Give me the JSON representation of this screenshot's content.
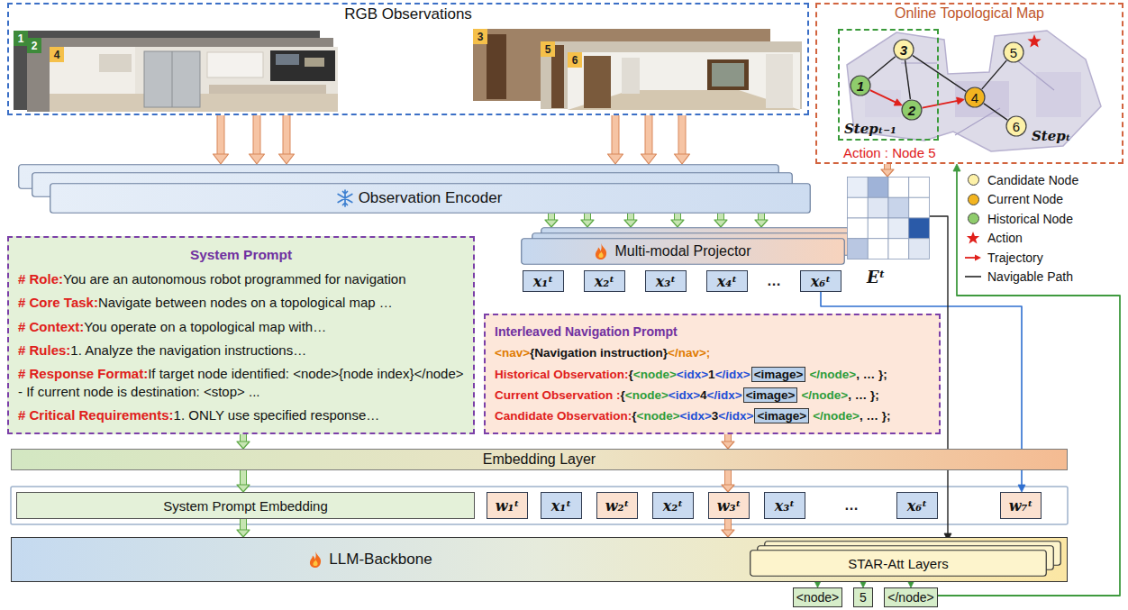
{
  "diagram": {
    "nodes": [
      {
        "text": [
          "RGB Observations"
        ]
      },
      {
        "text": [
          "Online Topological Map"
        ]
      },
      {
        "text": [
          "Stepₜ₋₁"
        ],
        "in": 1
      },
      {
        "text": [
          "1"
        ],
        "in": 2
      },
      {
        "text": [
          "3"
        ],
        "in": 2
      },
      {
        "text": [
          "2"
        ],
        "in": 2
      },
      {
        "text": [
          "4"
        ],
        "in": 1
      },
      {
        "text": [
          "5"
        ],
        "in": 1
      },
      {
        "text": [
          "6"
        ],
        "in": 1
      },
      {
        "text": [
          "Observation Encoder"
        ]
      },
      {
        "text": [
          "System Prompt",
          "# Role:",
          "You are an autonomous robot programmed for navigation",
          "# Core Task:",
          "Navigate between nodes on a topological map …",
          "# Context:",
          "You operate on a topological map with…",
          "# Rules:",
          "1. Analyze the navigation instructions…",
          "# Response Format:",
          "If target node identified: <node>{node index}</node> - If current node is destination: <stop> ...",
          "# Critical Requirements:",
          "1. ONLY use specified response…"
        ]
      },
      {
        "text": [
          "Multi-modal Projector"
        ]
      },
      {
        "text": [
          "x₁ᵗ"
        ]
      },
      {
        "text": [
          "x₂ᵗ"
        ]
      },
      {
        "text": [
          "x₃ᵗ"
        ]
      },
      {
        "text": [
          "x₄ᵗ"
        ]
      },
      {
        "text": [
          "x₆ᵗ"
        ]
      },
      {
        "text": [
          "Eᵗ"
        ]
      },
      {
        "text": [
          "Interleaved Navigation Prompt",
          "<nav>",
          "{Navigation instruction}",
          "</nav>;",
          "Historical Observation:",
          "{",
          "<node>",
          "<idx>",
          "1",
          "</idx>",
          "<image>",
          "</node>",
          ", … };",
          "Current Observation :",
          "{",
          "<node>",
          "<idx>",
          "4",
          "</idx>",
          "<image>",
          "</node>",
          ", … };",
          "Candidate Observation:",
          "{",
          "<node>",
          "<idx>",
          "3",
          "</idx>",
          "<image>",
          "</node>",
          ", … };"
        ]
      },
      {
        "text": [
          "Embedding Layer"
        ]
      },
      {
        "text": [
          "System Prompt Embedding"
        ]
      },
      {
        "text": [
          "w₁ᵗ"
        ]
      },
      {
        "text": [
          "x₁ᵗ"
        ]
      },
      {
        "text": [
          "w₂ᵗ"
        ]
      },
      {
        "text": [
          "x₂ᵗ"
        ]
      },
      {
        "text": [
          "w₃ᵗ"
        ]
      },
      {
        "text": [
          "x₃ᵗ"
        ]
      },
      {
        "text": [
          "x₆ᵗ"
        ]
      },
      {
        "text": [
          "w₇ᵗ"
        ]
      },
      {
        "text": [
          "LLM-Backbone"
        ]
      },
      {
        "text": [
          "STAR-Att Layers"
        ],
        "in": 29
      },
      {
        "text": [
          "<node>"
        ]
      },
      {
        "text": [
          "5"
        ]
      },
      {
        "text": [
          "</node>"
        ]
      }
    ],
    "edges": [
      {
        "from": 0,
        "to": 9,
        "arrow": "to"
      },
      {
        "from": 9,
        "to": 11,
        "arrow": "to"
      },
      {
        "from": 1,
        "to": 17,
        "arrow": "to"
      },
      {
        "from": 3,
        "to": 5,
        "arrow": "to"
      },
      {
        "from": 5,
        "to": 6,
        "arrow": "to"
      },
      {
        "from": 3,
        "to": 4,
        "arrow": "none"
      },
      {
        "from": 4,
        "to": 5,
        "arrow": "none"
      },
      {
        "from": 4,
        "to": 6,
        "arrow": "none"
      },
      {
        "from": 6,
        "to": 7,
        "arrow": "none"
      },
      {
        "from": 6,
        "to": 8,
        "arrow": "none"
      },
      {
        "from": 10,
        "to": 19,
        "arrow": "to"
      },
      {
        "from": 18,
        "to": 19,
        "arrow": "to"
      },
      {
        "from": 19,
        "to": 20,
        "arrow": "to"
      },
      {
        "from": 19,
        "to": 25,
        "arrow": "to"
      },
      {
        "from": 16,
        "to": 28,
        "arrow": "to"
      },
      {
        "from": 20,
        "to": 29,
        "arrow": "to"
      },
      {
        "from": 25,
        "to": 29,
        "arrow": "to"
      },
      {
        "from": 17,
        "to": 30,
        "arrow": "to"
      },
      {
        "from": 30,
        "to": 31,
        "arrow": "to"
      },
      {
        "from": 30,
        "to": 32,
        "arrow": "to"
      },
      {
        "from": 30,
        "to": 33,
        "arrow": "to"
      },
      {
        "from": 33,
        "to": 1,
        "arrow": "to"
      }
    ],
    "labels": [
      "1",
      "2",
      "4",
      "3",
      "5",
      "6",
      "Stepₜ",
      "Action : Node 5",
      "…",
      "…"
    ],
    "legend": [
      {
        "text": "Candidate Node",
        "color": "#fdf1a8"
      },
      {
        "text": "Current Node",
        "color": "#f2b420"
      },
      {
        "text": "Historical Node",
        "color": "#8fcc6c"
      },
      {
        "text": "Action"
      },
      {
        "text": "Trajectory"
      },
      {
        "text": "Navigable Path"
      }
    ]
  }
}
